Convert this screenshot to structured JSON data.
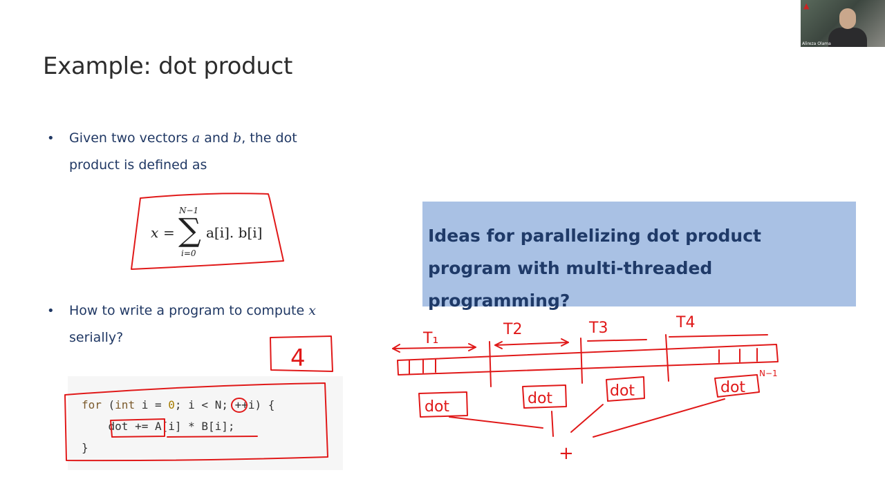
{
  "slide": {
    "title": "Example: dot product",
    "bullet1": {
      "pre": "Given two vectors ",
      "var_a": "a",
      "mid": " and ",
      "var_b": "b",
      "post": ", the dot product is defined as"
    },
    "formula": {
      "lhs": "x",
      "eq": "=",
      "sigma": "∑",
      "upper": "N−1",
      "lower": "i=0",
      "body": "a[i]. b[i]"
    },
    "bullet2": {
      "pre": "How to write a program to compute ",
      "var_x": "x",
      "post": " serially?"
    },
    "code": {
      "line1_kw_for": "for",
      "line1_a": " (",
      "line1_kw_int": "int",
      "line1_b": " i = ",
      "line1_num": "0",
      "line1_c": "; i < N; ++i) {",
      "line2": "    dot += A[i] * B[i];",
      "line3": "}"
    },
    "callout": "Ideas for parallelizing dot product program with multi-threaded programming?"
  },
  "annotations": {
    "num_threads": "4",
    "t1": "T₁",
    "t2": "T2",
    "t3": "T3",
    "t4": "T4",
    "n_minus_1": "N−1",
    "dot_label": "dot",
    "total_label": "+",
    "ink_color": "#e01818"
  },
  "webcam": {
    "participant_name": "Alireza Olama"
  }
}
